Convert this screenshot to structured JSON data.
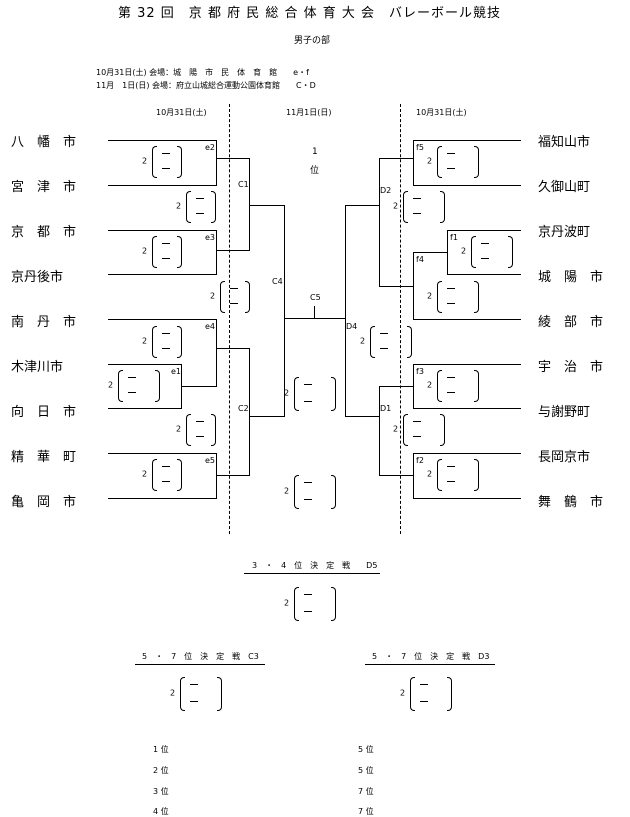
{
  "header": {
    "title": "第 32 回　京 都 府 民 総 合 体 育 大 会　バレーボール競技",
    "division": "男子の部",
    "schedule1": "10月31日(土) 会場：城　陽　市　民　体　育　館　　e・f",
    "schedule2": "11月　1日(日) 会場：府立山城総合運動公園体育館　　C・D"
  },
  "dates": {
    "left": "10月31日(土)",
    "center": "11月1日(日)",
    "right": "10月31日(土)"
  },
  "left_teams": [
    "八　幡　市",
    "宮　津　市",
    "京　都　市",
    "京丹後市",
    "南　丹　市",
    "木津川市",
    "向　日　市",
    "精　華　町",
    "亀　岡　市"
  ],
  "right_teams": [
    "福知山市",
    "久御山町",
    "京丹波町",
    "城　陽　市",
    "綾　部　市",
    "宇　治　市",
    "与謝野町",
    "長岡京市",
    "舞　鶴　市"
  ],
  "codes": {
    "e1": "e1",
    "e2": "e2",
    "e3": "e3",
    "e4": "e4",
    "e5": "e5",
    "f1": "f1",
    "f2": "f2",
    "f3": "f3",
    "f4": "f4",
    "f5": "f5",
    "C1": "C1",
    "C2": "C2",
    "C4": "C4",
    "C5": "C5",
    "D1": "D1",
    "D2": "D2",
    "D4": "D4"
  },
  "champion": {
    "num": "1",
    "label": "位"
  },
  "sets": {
    "two": "2",
    "dash": "―"
  },
  "playoffs": {
    "third": "3　・　4　位　決　定　戦　　D5",
    "fifth_c": "5　・　7　位　決　定　戦　C3",
    "fifth_d": "5　・　7　位　決　定　戦　D3"
  },
  "ranks_left": [
    "1 位",
    "2 位",
    "3 位",
    "4 位"
  ],
  "ranks_right": [
    "5 位",
    "5 位",
    "7 位",
    "7 位"
  ]
}
